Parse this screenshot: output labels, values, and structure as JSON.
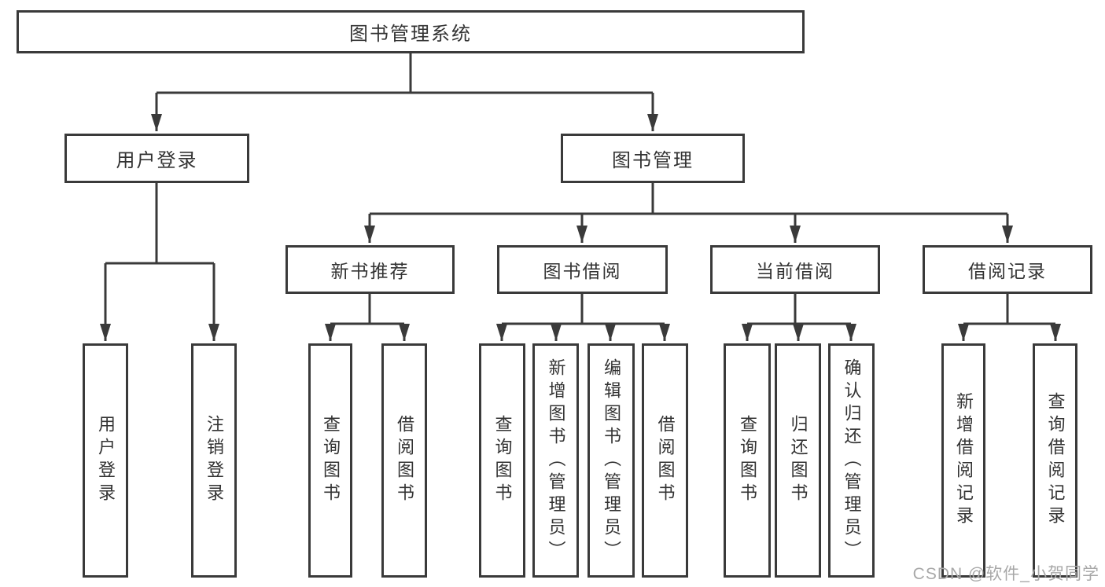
{
  "tree": {
    "label": "图书管理系统",
    "children": [
      {
        "label": "用户登录",
        "children": [
          {
            "label": "用户登录"
          },
          {
            "label": "注销登录"
          }
        ]
      },
      {
        "label": "图书管理",
        "children": [
          {
            "label": "新书推荐",
            "children": [
              {
                "label": "查询图书"
              },
              {
                "label": "借阅图书"
              }
            ]
          },
          {
            "label": "图书借阅",
            "children": [
              {
                "label": "查询图书"
              },
              {
                "label": "新增图书（管理员）"
              },
              {
                "label": "编辑图书（管理员）"
              },
              {
                "label": "借阅图书"
              }
            ]
          },
          {
            "label": "当前借阅",
            "children": [
              {
                "label": "查询图书"
              },
              {
                "label": "归还图书"
              },
              {
                "label": "确认归还（管理员）"
              }
            ]
          },
          {
            "label": "借阅记录",
            "children": [
              {
                "label": "新增借阅记录"
              },
              {
                "label": "查询借阅记录"
              }
            ]
          }
        ]
      }
    ]
  },
  "watermark": "CSDN @软件_小贺同学",
  "colors": {
    "line": "#3a3a3a",
    "text": "#333333",
    "box_background": "#ffffff",
    "watermark": "#a8a8a8"
  }
}
